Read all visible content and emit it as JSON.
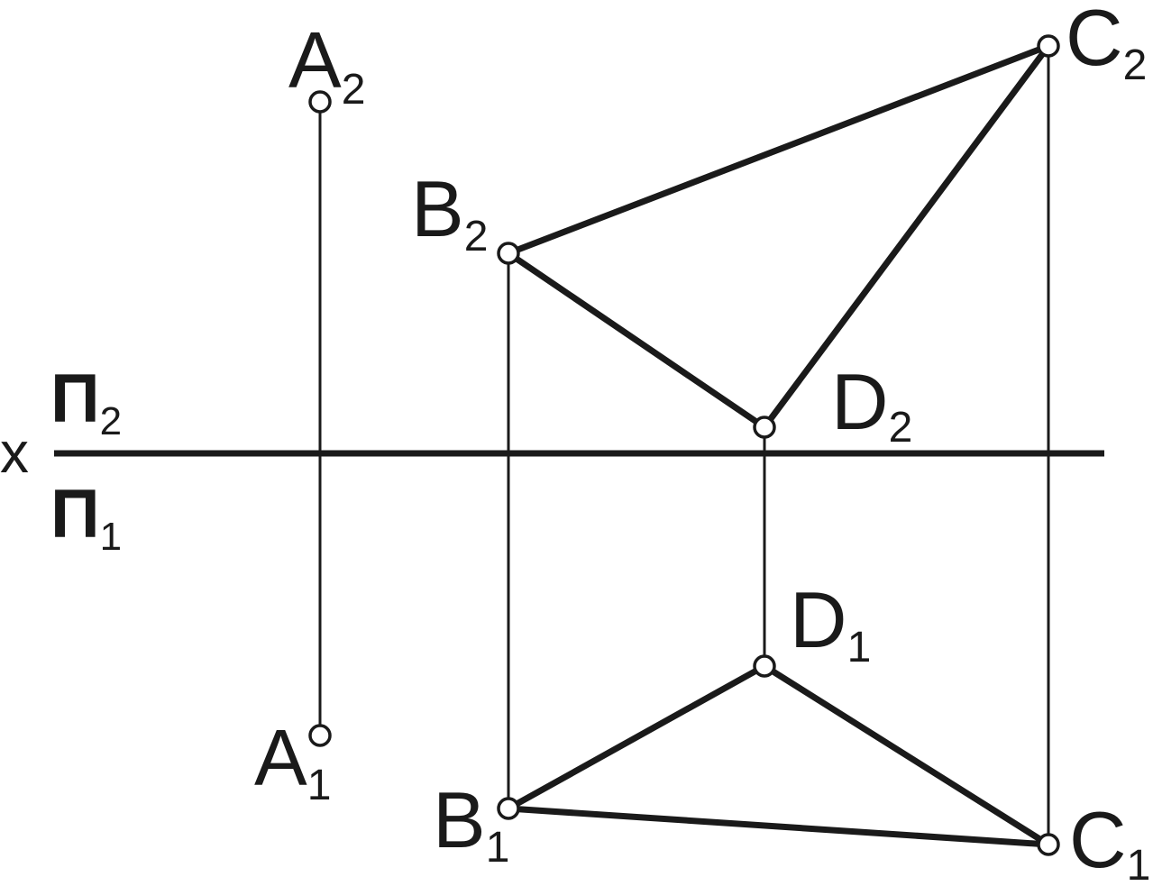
{
  "axis": {
    "label": "x"
  },
  "planes": {
    "upper": {
      "letter": "П",
      "index": "2"
    },
    "lower": {
      "letter": "П",
      "index": "1"
    }
  },
  "points": {
    "A2": {
      "letter": "A",
      "index": "2"
    },
    "A1": {
      "letter": "A",
      "index": "1"
    },
    "B2": {
      "letter": "B",
      "index": "2"
    },
    "B1": {
      "letter": "B",
      "index": "1"
    },
    "C2": {
      "letter": "C",
      "index": "2"
    },
    "C1": {
      "letter": "C",
      "index": "1"
    },
    "D2": {
      "letter": "D",
      "index": "2"
    },
    "D1": {
      "letter": "D",
      "index": "1"
    }
  },
  "colors": {
    "ink": "#1a1a1a",
    "background": "#ffffff"
  }
}
